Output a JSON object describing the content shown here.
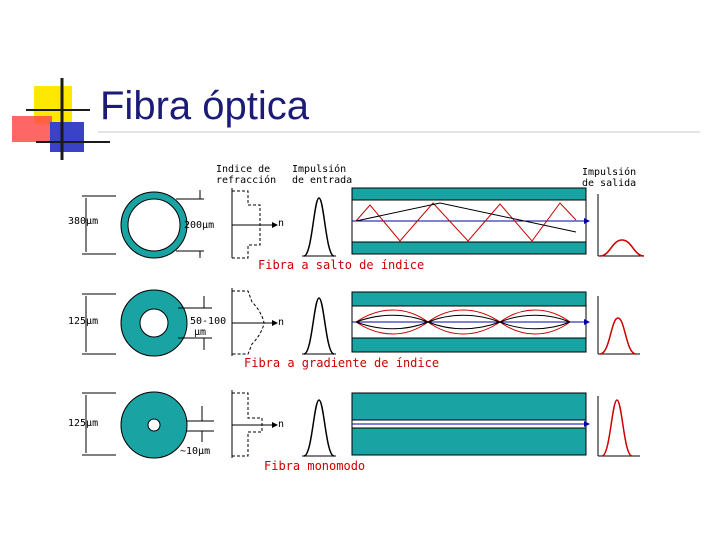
{
  "slide": {
    "title": "Fibra óptica"
  },
  "headers": {
    "refraction_index": [
      "Indice de",
      "refracción"
    ],
    "input_pulse": [
      "Impulsión",
      "de entrada"
    ],
    "output_pulse": [
      "Impulsión",
      "de salida"
    ]
  },
  "fibers": [
    {
      "caption": "Fibra a salto de índice",
      "outer_diameter": "380µm",
      "core_diameter": [
        "200µm"
      ],
      "n_label": "n"
    },
    {
      "caption": "Fibra a gradiente de índice",
      "outer_diameter": "125µm",
      "core_diameter": [
        "50-100",
        "µm"
      ],
      "n_label": "n"
    },
    {
      "caption": "Fibra monomodo",
      "outer_diameter": "125µm",
      "core_diameter": [
        "~10µm"
      ],
      "n_label": "n"
    }
  ],
  "colors": {
    "title": "#1c1c78",
    "cladding": "#1aa3a3",
    "caption": "#cc0000",
    "ray": "#cc0000",
    "axis_arrow": "#0000aa"
  }
}
